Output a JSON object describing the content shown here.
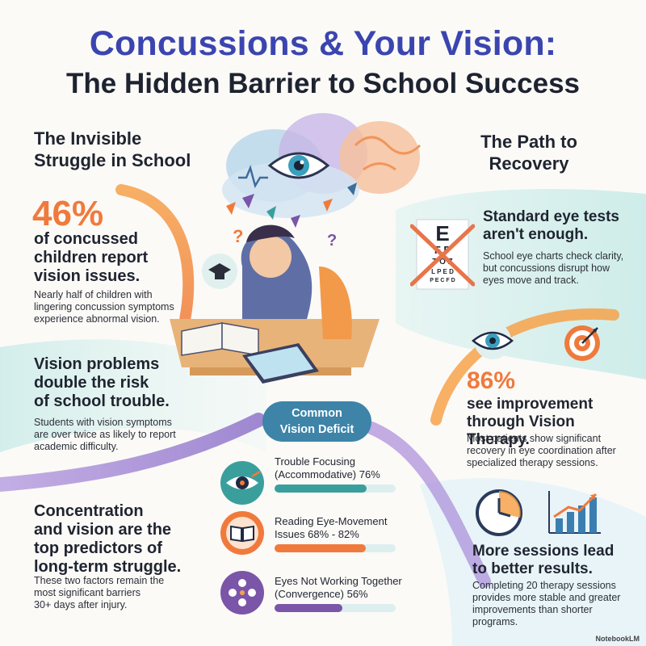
{
  "title": {
    "line1": "Concussions & Your Vision:",
    "line2": "The Hidden Barrier to School Success"
  },
  "left": {
    "heading": [
      "The Invisible",
      "Struggle in School"
    ],
    "stat": {
      "value": "46%",
      "label": [
        "of concussed",
        "children report",
        "vision issues."
      ],
      "body": [
        "Nearly half of children with",
        "lingering concussion symptoms",
        "experience abnormal vision."
      ]
    },
    "risk": {
      "label": [
        "Vision problems",
        "double the risk",
        "of school trouble."
      ],
      "body": [
        "Students with vision symptoms",
        "are over twice as likely to report",
        "academic difficulty."
      ]
    },
    "predictors": {
      "label": [
        "Concentration",
        "and vision are the",
        "top predictors of",
        "long-term struggle."
      ],
      "body": [
        "These two factors remain the",
        "most significant barriers",
        "30+ days after injury."
      ]
    }
  },
  "right": {
    "heading": [
      "The Path to",
      "Recovery"
    ],
    "eye_tests": {
      "label": [
        "Standard eye tests",
        "aren't enough."
      ],
      "body": [
        "School eye charts check clarity,",
        "but concussions disrupt how",
        "eyes move and track."
      ]
    },
    "therapy": {
      "value": "86%",
      "label": [
        "see improvement",
        "through Vision Therapy."
      ],
      "body": [
        "Most patients show significant",
        "recovery in eye coordination after",
        "specialized therapy sessions."
      ]
    },
    "sessions": {
      "label": [
        "More sessions lead",
        "to better results."
      ],
      "body": [
        "Completing 20 therapy sessions",
        "provides more stable and greater",
        "improvements than shorter",
        "programs."
      ]
    }
  },
  "deficits": {
    "title": [
      "Common",
      "Vision Deficit"
    ],
    "items": [
      {
        "label": [
          "Trouble Focusing",
          "(Accommodative) 76%"
        ],
        "icon": "eye-target-icon",
        "fill": 0.76,
        "color": "#3a9f9c"
      },
      {
        "label": [
          "Reading Eye-Movement",
          "Issues 68% - 82%"
        ],
        "icon": "book-icon",
        "fill": 0.75,
        "color": "#f07a3c"
      },
      {
        "label": [
          "Eyes Not Working Together",
          "(Convergence) 56%"
        ],
        "icon": "dots-icon",
        "fill": 0.56,
        "color": "#7a55a8"
      }
    ]
  },
  "eye_chart": [
    "E",
    "F P",
    "T O Z",
    "L P E D",
    "P E C F D"
  ],
  "watermark": "NotebookLM",
  "colors": {
    "title_blue": "#3b45b0",
    "stat_orange": "#f07a3c",
    "teal": "#3a9f9c",
    "purple": "#7a55a8"
  }
}
